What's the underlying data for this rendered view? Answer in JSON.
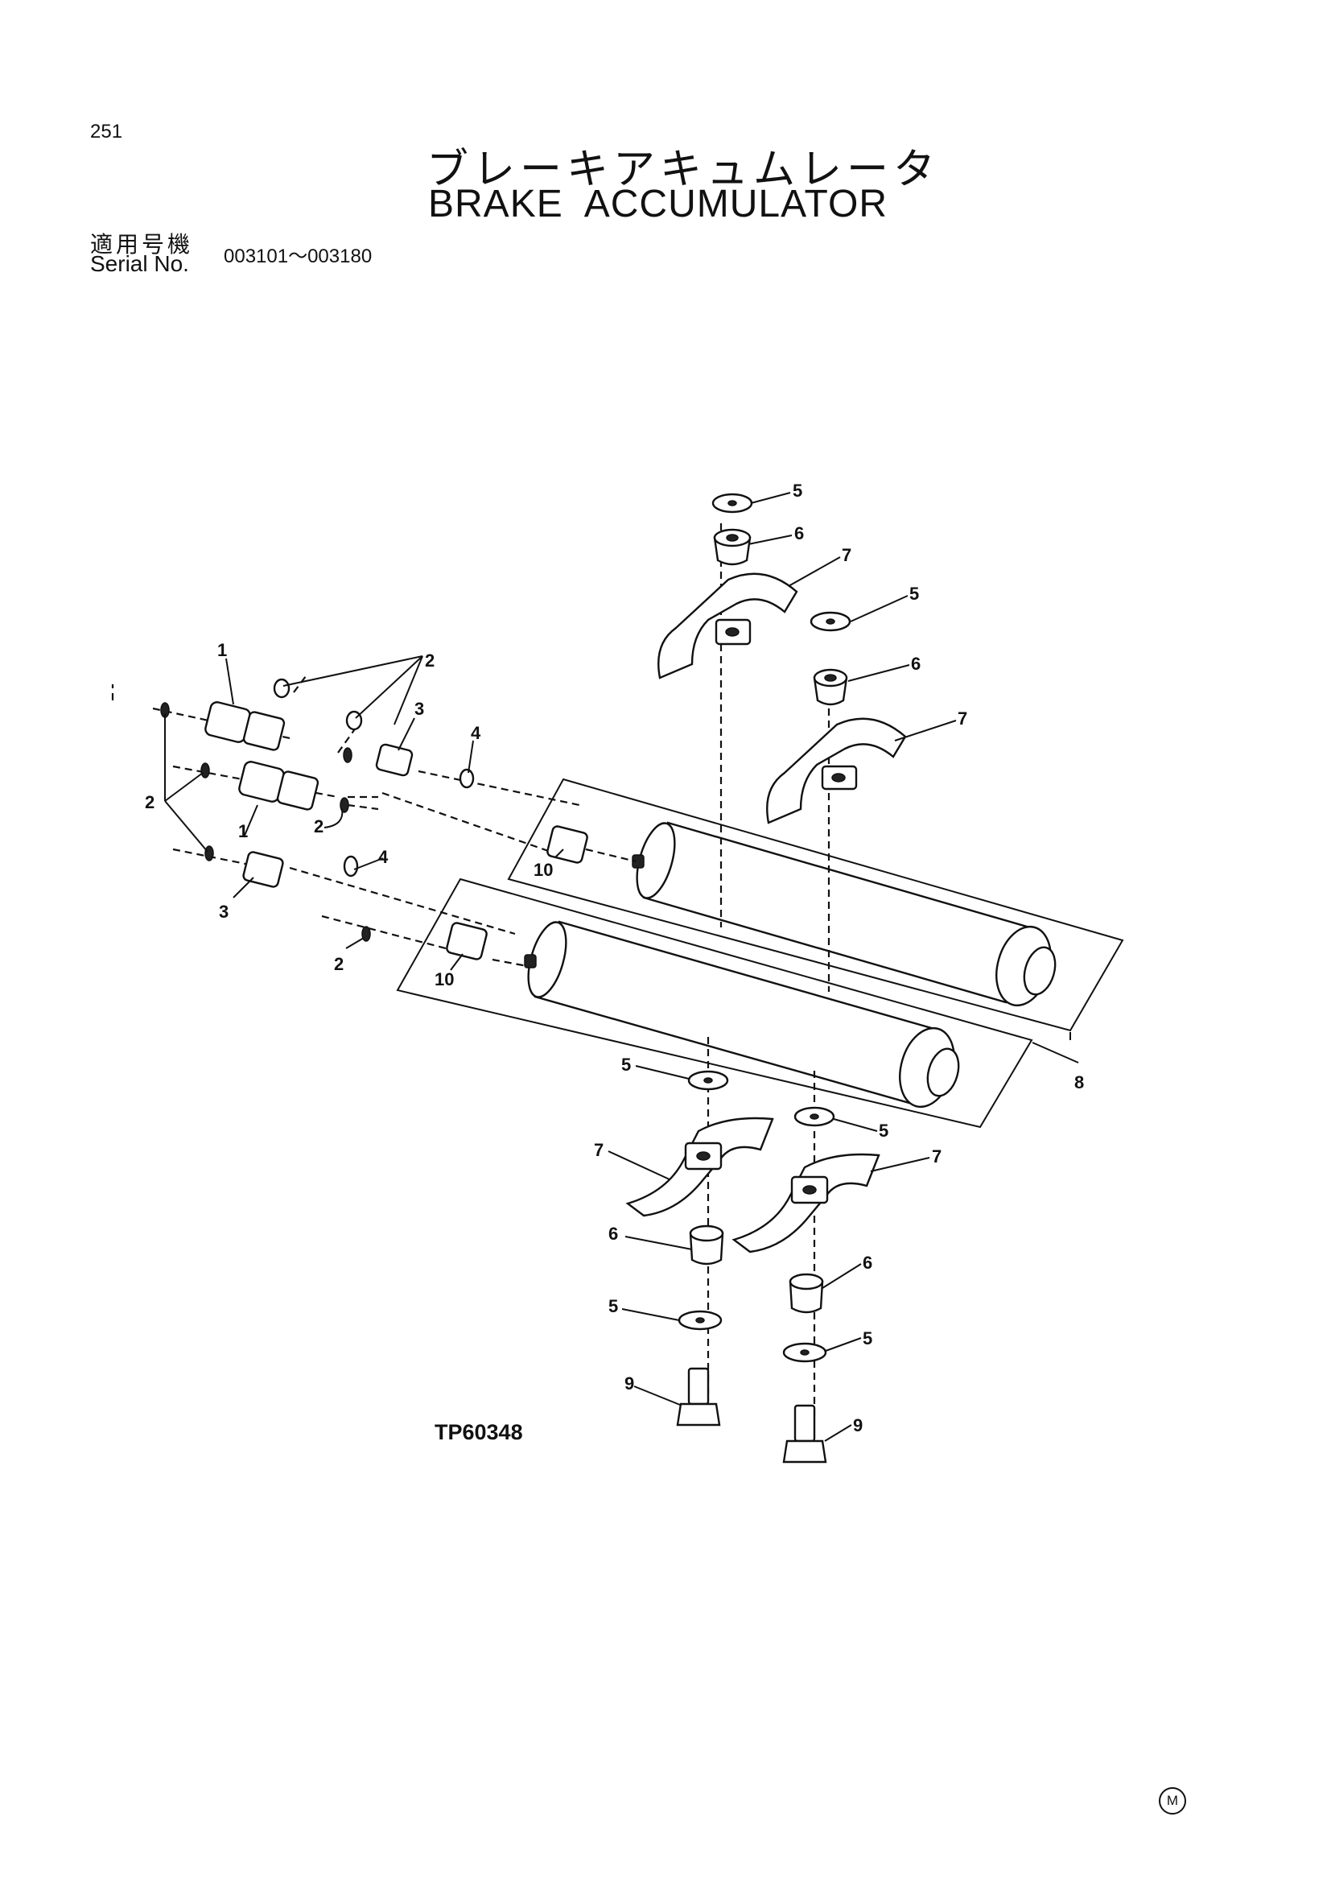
{
  "header": {
    "page_number": "251",
    "title_jp": "ブレーキアキュムレータ",
    "title_en": "BRAKE  ACCUMULATOR",
    "serial_label_jp": "適用号機",
    "serial_label_en": "Serial No.",
    "serial_range": "003101～003180"
  },
  "figure": {
    "code": "TP60348",
    "callouts": [
      {
        "id": "c1a",
        "label": "1"
      },
      {
        "id": "c1b",
        "label": "1"
      },
      {
        "id": "c2a",
        "label": "2"
      },
      {
        "id": "c2b",
        "label": "2"
      },
      {
        "id": "c2c",
        "label": "2"
      },
      {
        "id": "c2d",
        "label": "2"
      },
      {
        "id": "c3a",
        "label": "3"
      },
      {
        "id": "c3b",
        "label": "3"
      },
      {
        "id": "c4a",
        "label": "4"
      },
      {
        "id": "c4b",
        "label": "4"
      },
      {
        "id": "c5a",
        "label": "5"
      },
      {
        "id": "c5b",
        "label": "5"
      },
      {
        "id": "c5c",
        "label": "5"
      },
      {
        "id": "c5d",
        "label": "5"
      },
      {
        "id": "c5e",
        "label": "5"
      },
      {
        "id": "c5f",
        "label": "5"
      },
      {
        "id": "c6a",
        "label": "6"
      },
      {
        "id": "c6b",
        "label": "6"
      },
      {
        "id": "c6c",
        "label": "6"
      },
      {
        "id": "c6d",
        "label": "6"
      },
      {
        "id": "c7a",
        "label": "7"
      },
      {
        "id": "c7b",
        "label": "7"
      },
      {
        "id": "c7c",
        "label": "7"
      },
      {
        "id": "c7d",
        "label": "7"
      },
      {
        "id": "c8",
        "label": "8"
      },
      {
        "id": "c9a",
        "label": "9"
      },
      {
        "id": "c9b",
        "label": "9"
      },
      {
        "id": "c10a",
        "label": "10"
      },
      {
        "id": "c10b",
        "label": "10"
      }
    ]
  },
  "footer": {
    "mark": "M"
  }
}
